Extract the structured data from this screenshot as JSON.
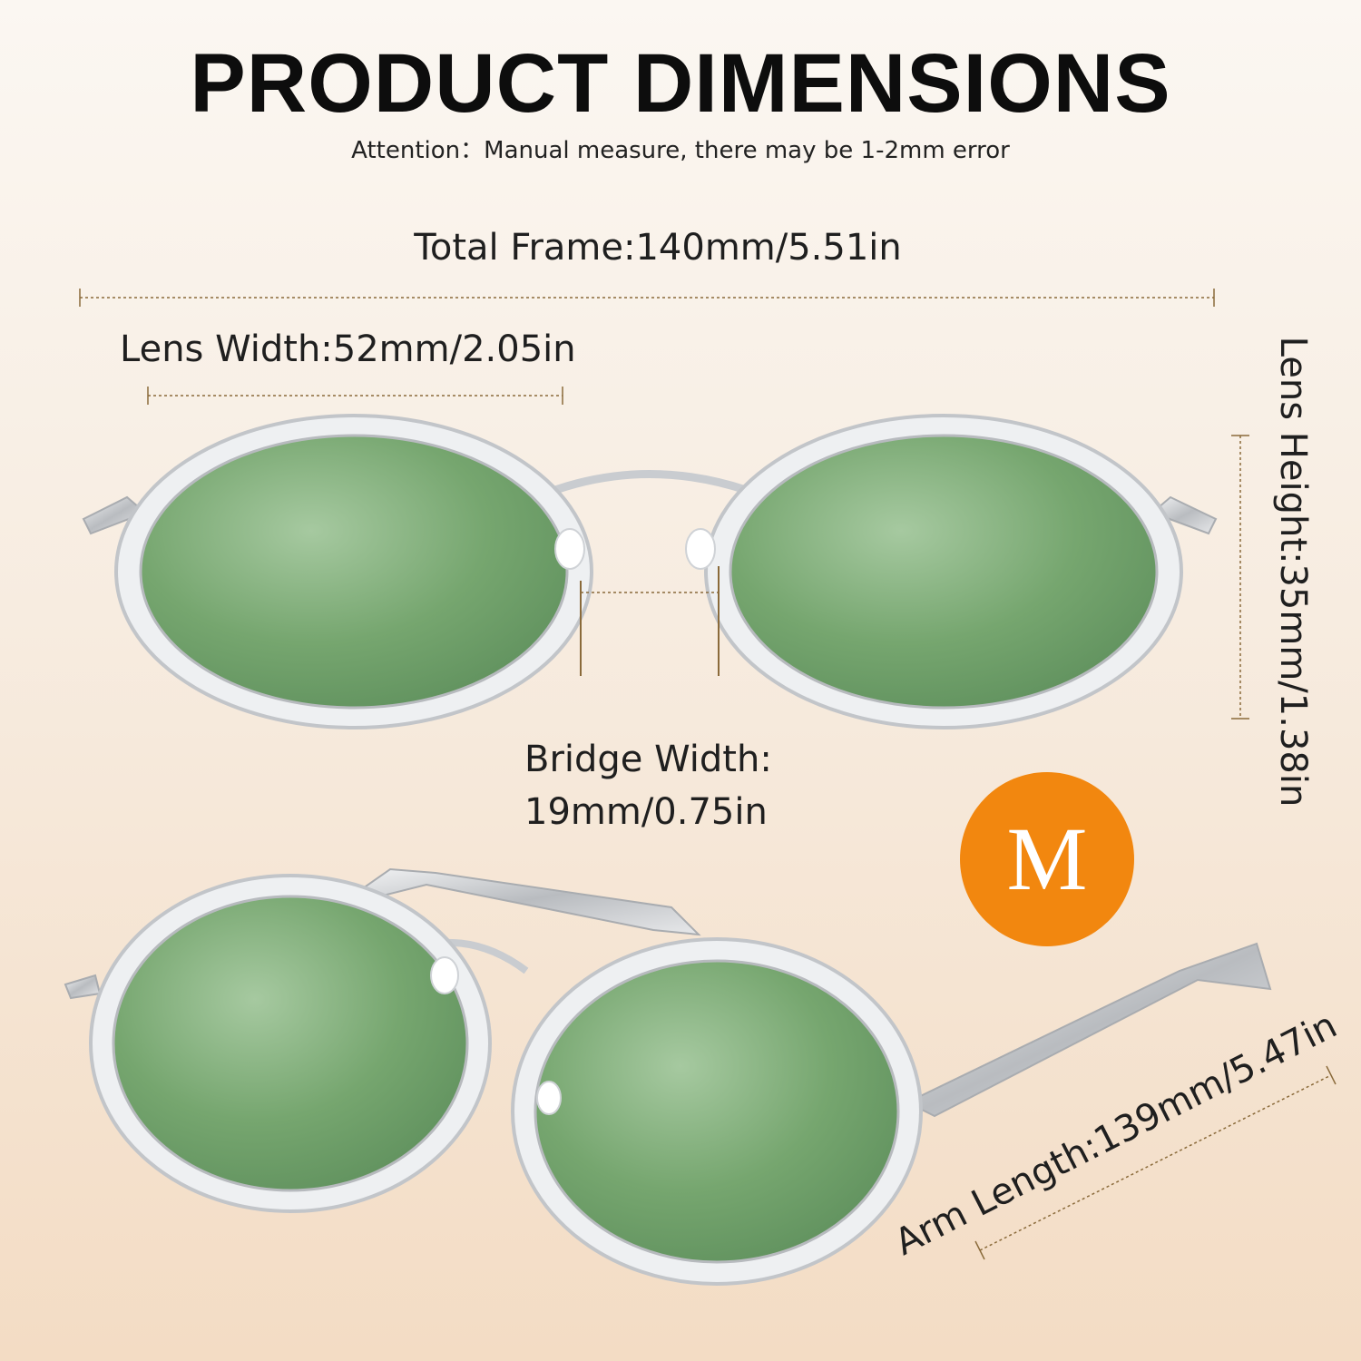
{
  "header": {
    "title": "PRODUCT DIMENSIONS",
    "subtitle": "Attention：Manual measure, there may be 1-2mm error"
  },
  "dimensions": {
    "total_frame": "Total Frame:140mm/5.51in",
    "lens_width": "Lens Width:52mm/2.05in",
    "bridge_width_line1": "Bridge Width:",
    "bridge_width_line2": "19mm/0.75in",
    "lens_height": "Lens Height:35mm/1.38in",
    "arm_length": "Arm Length:139mm/5.47in"
  },
  "size_badge": "M",
  "colors": {
    "lens_green": "#7aa877",
    "frame_silver": "#d9dcdf",
    "badge_orange": "#f2870f",
    "dim_line": "#8a6a3a"
  }
}
